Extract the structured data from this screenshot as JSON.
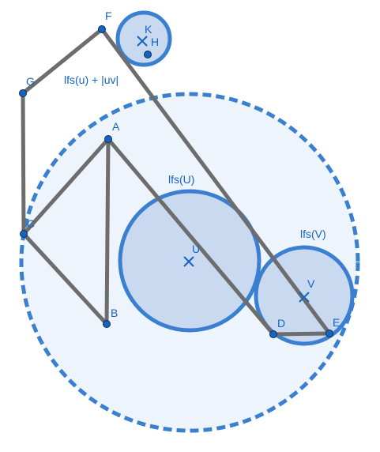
{
  "colors": {
    "point": "#1565c0",
    "segment": "#6d6d6d",
    "circle_stroke": "#3a7fd0",
    "circle_fill": "#c8d9f0",
    "big_circle_fill": "#eef4fb"
  },
  "captions": {
    "big_circle": "lfs(u) + |uv|",
    "circle_U": "lfs(U)",
    "circle_V": "lfs(V)"
  },
  "points": {
    "A": "A",
    "B": "B",
    "C": "C",
    "D": "D",
    "E": "E",
    "F": "F",
    "G": "G",
    "H": "H",
    "K": "K",
    "U": "U",
    "V": "V"
  }
}
